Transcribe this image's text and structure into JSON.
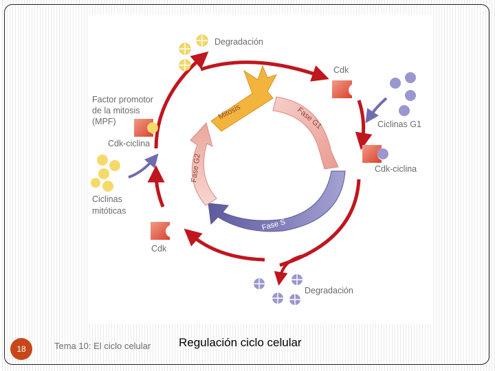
{
  "slide": {
    "page_number": "18",
    "course_label": "Tema 10: El ciclo celular",
    "title": "Regulación ciclo celular"
  },
  "diagram": {
    "labels": {
      "degradacion_top": "Degradación",
      "cdk_top": "Cdk",
      "ciclinas_g1": "Ciclinas G1",
      "cdk_ciclina_right": "Cdk-ciclina",
      "mpf_line1": "Factor promotor",
      "mpf_line2": "de la mitosis",
      "mpf_line3": "(MPF)",
      "cdk_ciclina_left": "Cdk-ciclina",
      "ciclinas_mitoticas_line1": "Ciclinas",
      "ciclinas_mitoticas_line2": "mitóticas",
      "cdk_bottom": "Cdk",
      "degradacion_bottom": "Degradación"
    },
    "phases": {
      "mitosis": "Mitosis",
      "g1": "Fase G1",
      "s": "Fase S",
      "g2": "Fase G2"
    },
    "colors": {
      "outer_arrow": "#c0161e",
      "mitosis": "#f2b43c",
      "g1": "#f0b2aa",
      "s": "#7b79b6",
      "g2": "#f3c4bd",
      "cyclin_yellow": "#f5d96a",
      "cyclin_purple": "#9a96cf",
      "cdk": "#e2553f",
      "page_badge": "#c8471a"
    }
  }
}
